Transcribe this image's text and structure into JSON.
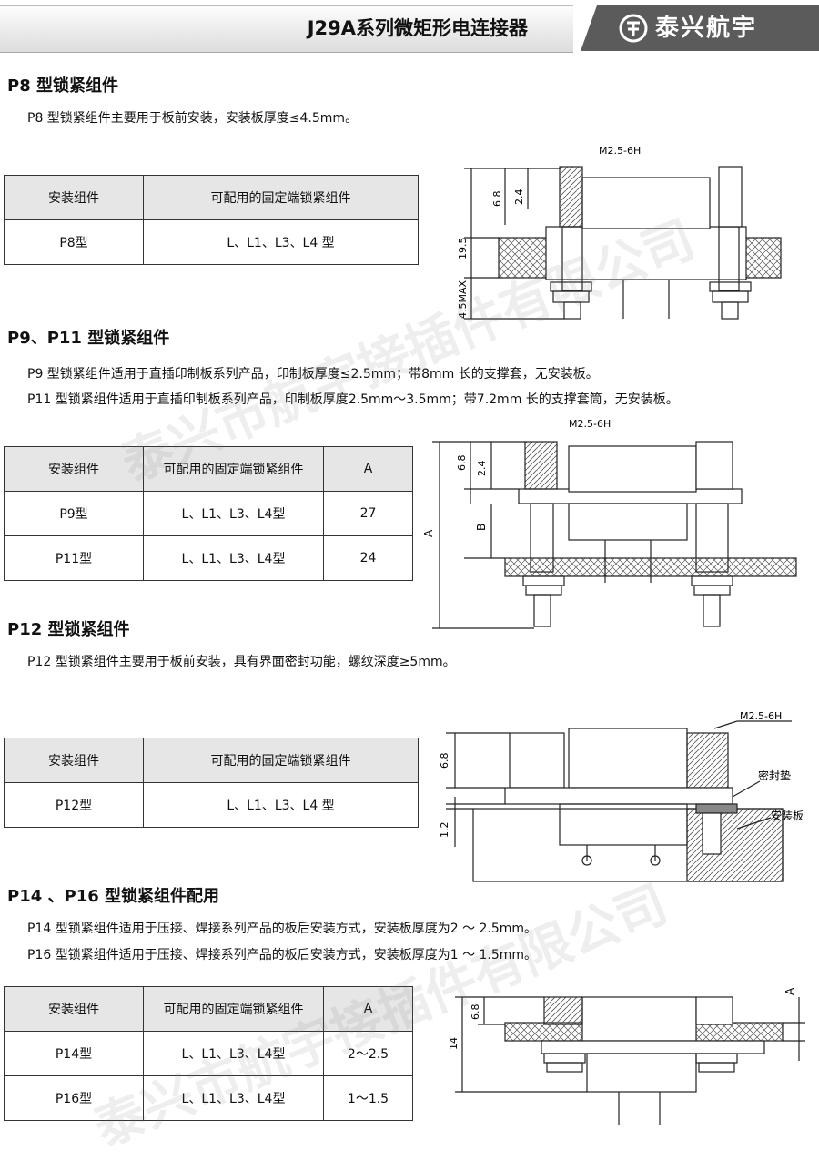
{
  "header": {
    "title": "J29A系列微矩形电连接器",
    "brand": "泰兴航宇"
  },
  "watermark": "泰兴市航宇接插件有限公司",
  "sections": {
    "p8": {
      "title": "P8 型锁紧组件",
      "desc": "P8 型锁紧组件主要用于板前安装，安装板厚度≤4.5mm。",
      "table": {
        "headers": [
          "安装组件",
          "可配用的固定端锁紧组件"
        ],
        "rows": [
          [
            "P8型",
            "L、L1、L3、L4 型"
          ]
        ]
      },
      "dims": {
        "thread": "M2.5-6H",
        "d1": "2.4",
        "d2": "6.8",
        "d3": "19.5",
        "d4": "4.5MAX"
      }
    },
    "p9": {
      "title": "P9、P11 型锁紧组件",
      "desc1": "P9 型锁紧组件适用于直插印制板系列产品，印制板厚度≤2.5mm；带8mm 长的支撑套，无安装板。",
      "desc2": "P11 型锁紧组件适用于直插印制板系列产品，印制板厚度2.5mm～3.5mm；带7.2mm 长的支撑套筒，无安装板。",
      "table": {
        "headers": [
          "安装组件",
          "可配用的固定端锁紧组件",
          "A"
        ],
        "rows": [
          [
            "P9型",
            "L、L1、L3、L4型",
            "27"
          ],
          [
            "P11型",
            "L、L1、L3、L4型",
            "24"
          ]
        ]
      },
      "dims": {
        "thread": "M2.5-6H",
        "d1": "2.4",
        "d2": "6.8",
        "a": "A",
        "b": "B"
      }
    },
    "p12": {
      "title": "P12 型锁紧组件",
      "desc": "P12 型锁紧组件主要用于板前安装，具有界面密封功能，螺纹深度≥5mm。",
      "table": {
        "headers": [
          "安装组件",
          "可配用的固定端锁紧组件"
        ],
        "rows": [
          [
            "P12型",
            "L、L1、L3、L4 型"
          ]
        ]
      },
      "dims": {
        "thread": "M2.5-6H",
        "d1": "6.8",
        "d2": "1.2",
        "seal": "密封垫",
        "plate": "安装板"
      }
    },
    "p14": {
      "title": "P14 、P16 型锁紧组件配用",
      "desc1": "P14 型锁紧组件适用于压接、焊接系列产品的板后安装方式，安装板厚度为2 ～ 2.5mm。",
      "desc2": "P16 型锁紧组件适用于压接、焊接系列产品的板后安装方式，安装板厚度为1 ～ 1.5mm。",
      "table": {
        "headers": [
          "安装组件",
          "可配用的固定端锁紧组件",
          "A"
        ],
        "rows": [
          [
            "P14型",
            "L、L1、L3、L4型",
            "2～2.5"
          ],
          [
            "P16型",
            "L、L1、L3、L4型",
            "1～1.5"
          ]
        ]
      },
      "dims": {
        "d1": "6.8",
        "d2": "14",
        "a": "A"
      }
    }
  }
}
